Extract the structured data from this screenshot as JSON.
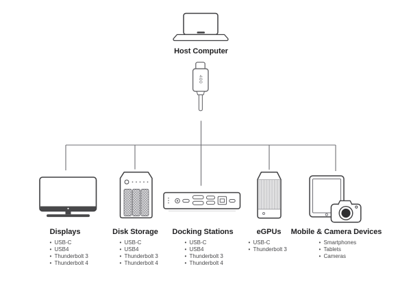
{
  "host": {
    "label": "Host Computer"
  },
  "cable": {
    "icon": "usb-c-cable-icon",
    "marking": "400"
  },
  "colors": {
    "background": "#ffffff",
    "connector_line": "#6e6e73",
    "icon_stroke": "#3e3e40",
    "icon_dark_fill": "#48484a",
    "heading_text": "#1d1d1f",
    "list_text": "#48484a"
  },
  "devices": [
    {
      "icon": "display-icon",
      "label": "Displays",
      "connections": [
        "USB-C",
        "USB4",
        "Thunderbolt 3",
        "Thunderbolt 4"
      ]
    },
    {
      "icon": "disk-storage-icon",
      "label": "Disk Storage",
      "connections": [
        "USB-C",
        "USB4",
        "Thunderbolt 3",
        "Thunderbolt 4"
      ]
    },
    {
      "icon": "docking-station-icon",
      "label": "Docking Stations",
      "connections": [
        "USB-C",
        "USB4",
        "Thunderbolt 3",
        "Thunderbolt 4"
      ]
    },
    {
      "icon": "egpu-icon",
      "label": "eGPUs",
      "connections": [
        "USB-C",
        "Thunderbolt 3"
      ]
    },
    {
      "icon": "mobile-camera-icon",
      "label": "Mobile & Camera Devices",
      "connections": [
        "Smartphones",
        "Tablets",
        "Cameras"
      ]
    }
  ]
}
